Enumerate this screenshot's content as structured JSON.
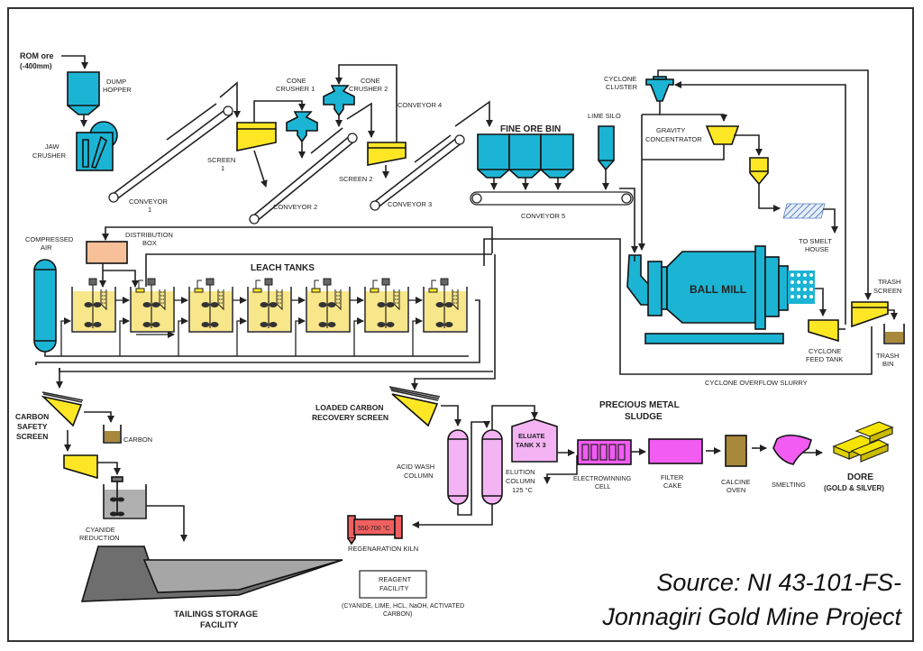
{
  "title": "Gold ore processing flowsheet",
  "source": {
    "line1": "Source: NI 43-101-FS-",
    "line2": "Jonnagiri Gold Mine Project"
  },
  "colors": {
    "equipment_teal": "#1cb4d4",
    "screen_yellow": "#fde725",
    "leach_yellow": "#f8e68a",
    "column_pink": "#f4b4f4",
    "ew_magenta": "#f25cf2",
    "kiln_red": "#f06060",
    "bin_brown": "#a8883a",
    "box_salmon": "#f8c098",
    "tailings_dark": "#6e6e6e",
    "tailings_light": "#a6a6a6",
    "reduction_grey": "#b0b0b0",
    "gold": "#f5e400"
  },
  "labels": {
    "rom_ore": "ROM ore",
    "rom_size": "(-400mm)",
    "dump_hopper_1": "DUMP",
    "dump_hopper_2": "HOPPER",
    "jaw_crusher_1": "JAW",
    "jaw_crusher_2": "CRUSHER",
    "conveyor1_1": "CONVEYOR",
    "conveyor1_2": "1",
    "screen1_1": "SCREEN",
    "screen1_2": "1",
    "cone_crusher1_1": "CONE",
    "cone_crusher1_2": "CRUSHER 1",
    "cone_crusher2_1": "CONE",
    "cone_crusher2_2": "CRUSHER 2",
    "conveyor2": "CONVEYOR 2",
    "conveyor3": "CONVEYOR 3",
    "conveyor4": "CONVEYOR 4",
    "screen2": "SCREEN 2",
    "fine_ore_bin": "FINE ORE  BIN",
    "lime_silo": "LIME SILO",
    "conveyor5": "CONVEYOR 5",
    "cyclone_cluster_1": "CYCLONE",
    "cyclone_cluster_2": "CLUSTER",
    "gravity_1": "GRAVITY",
    "gravity_2": "CONCENTRATOR",
    "smelt_1": "TO SMELT",
    "smelt_2": "HOUSE",
    "ball_mill": "BALL MILL",
    "trash_screen_1": "TRASH",
    "trash_screen_2": "SCREEN",
    "cyclone_feed_1": "CYCLONE",
    "cyclone_feed_2": "FEED TANK",
    "trash_bin_1": "TRASH",
    "trash_bin_2": "BIN",
    "cyclone_overflow": "CYCLONE OVERFLOW SLURRY",
    "compressed_air_1": "COMPRESSED",
    "compressed_air_2": "AIR",
    "distribution_1": "DISTRIBUTION",
    "distribution_2": "BOX",
    "leach_tanks": "LEACH TANKS",
    "carbon_safety_1": "CARBON",
    "carbon_safety_2": "SAFETY",
    "carbon_safety_3": "SCREEN",
    "carbon": "CARBON",
    "cyanide_1": "CYANIDE",
    "cyanide_2": "REDUCTION",
    "tailings_1": "TAILINGS STORAGE",
    "tailings_2": "FACILITY",
    "loaded_carbon_1": "LOADED CARBON",
    "loaded_carbon_2": "RECOVERY SCREEN",
    "acid_wash_1": "ACID WASH",
    "acid_wash_2": "COLUMN",
    "elution_1": "ELUTION",
    "elution_2": "COLUMN",
    "elution_3": "125 °C",
    "eluate_1": "ELUATE",
    "eluate_2": "TANK X 3",
    "kiln_temp": "550-700 °C",
    "regen_kiln": "REGENARATION KILN",
    "reagent_1": "REAGENT",
    "reagent_2": "FACILITY",
    "reagent_list_1": "(CYANIDE, LIME, HCL, NaOH, ACTIVATED",
    "reagent_list_2": "CARBON)",
    "pm_sludge_1": "PRECIOUS METAL",
    "pm_sludge_2": "SLUDGE",
    "ew_cell_1": "ELECTROWINNING",
    "ew_cell_2": "CELL",
    "filter_1": "FILTER",
    "filter_2": "CAKE",
    "calcine_1": "CALCINE",
    "calcine_2": "OVEN",
    "smelting": "SMELTING",
    "dore": "DORE",
    "dore_sub": "(GOLD & SILVER)"
  },
  "leach_tank_count": 7
}
